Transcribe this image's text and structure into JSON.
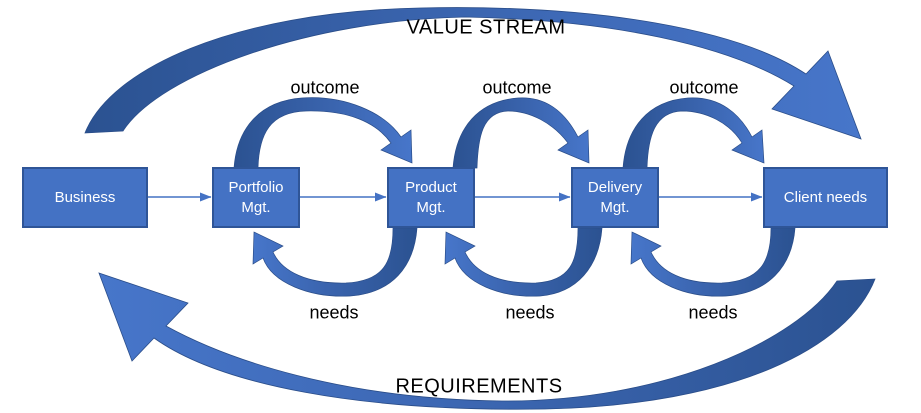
{
  "diagram": {
    "value_stream_label": "VALUE STREAM",
    "requirements_label": "REQUIREMENTS",
    "boxes": [
      {
        "label": "Business"
      },
      {
        "label": "Portfolio\nMgt."
      },
      {
        "label": "Product\nMgt."
      },
      {
        "label": "Delivery\nMgt."
      },
      {
        "label": "Client needs"
      }
    ],
    "outcome_labels": [
      "outcome",
      "outcome",
      "outcome"
    ],
    "needs_labels": [
      "needs",
      "needs",
      "needs"
    ],
    "colors": {
      "box_fill": "#4472C4",
      "box_border": "#2F5597",
      "arrow_dark": "#2B5291",
      "arrow_mid": "#3A64AE",
      "arrow_light": "#4776CA",
      "connector": "#4472C4",
      "box_text": "#FFFFFF",
      "label_text": "#000000",
      "background": "#FFFFFF"
    }
  }
}
